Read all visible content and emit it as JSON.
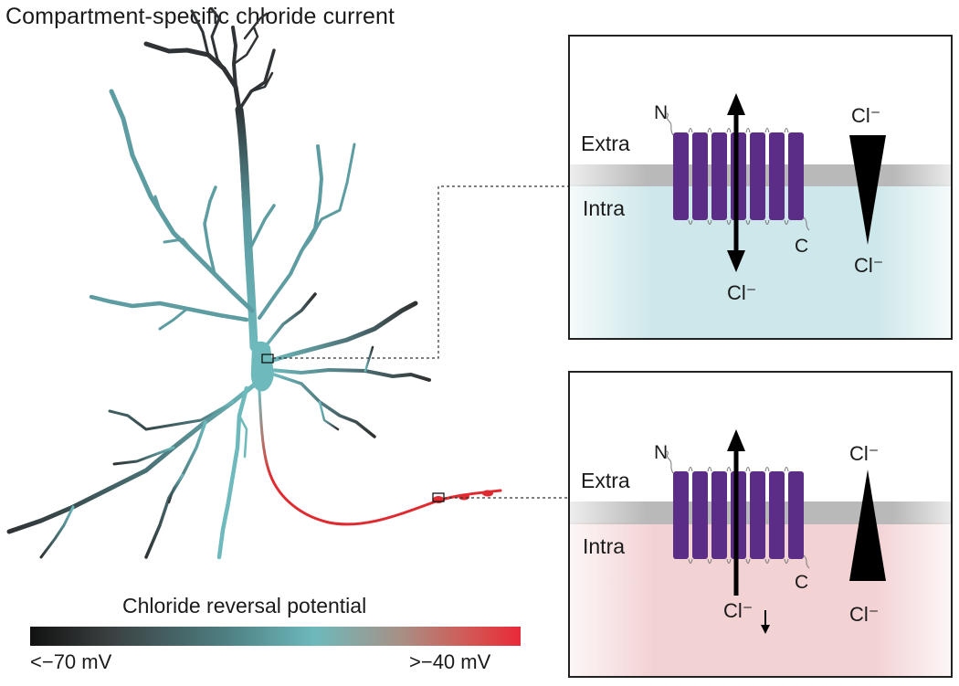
{
  "title": "Compartment-specific chloride current",
  "legend": {
    "title": "Chloride reversal potential",
    "min_label": "<−70 mV",
    "max_label": ">−40 mV"
  },
  "panel_top": {
    "extra_label": "Extra",
    "intra_label": "Intra",
    "n_label": "N",
    "c_label": "C",
    "ion_top": "Cl⁻",
    "ion_bottom": "Cl⁻",
    "flux_label": "Cl⁻",
    "intra_color": "#cde7ea"
  },
  "panel_bottom": {
    "extra_label": "Extra",
    "intra_label": "Intra",
    "n_label": "N",
    "c_label": "C",
    "ion_top": "Cl⁻",
    "ion_bottom": "Cl⁻",
    "flux_label": "Cl⁻",
    "intra_color": "#f3d2d4"
  },
  "colors": {
    "channel": "#5c2d86",
    "membrane": "#b9b9b9",
    "dendrite_dark": "#2b2b2b",
    "dendrite_teal": "#6db9bc",
    "axon_red": "#e02a2f"
  }
}
